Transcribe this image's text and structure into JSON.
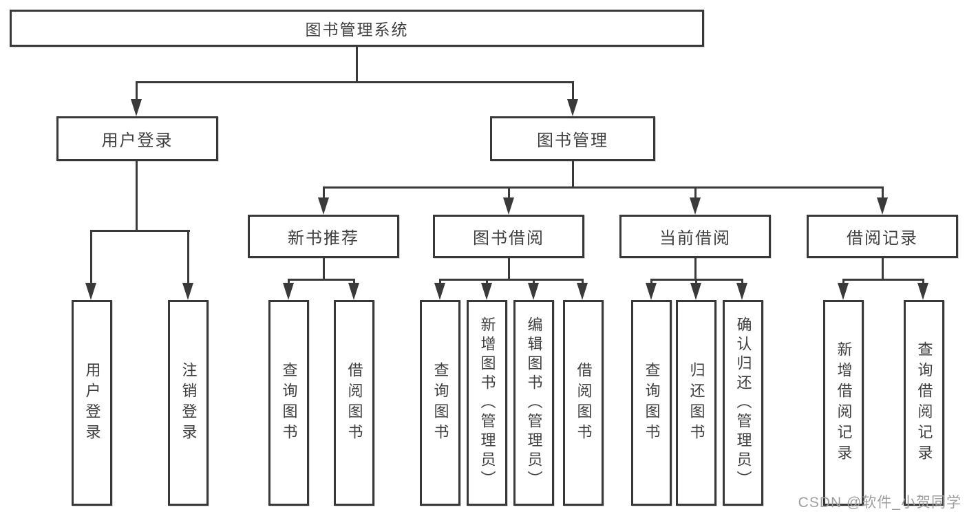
{
  "tree": {
    "root": {
      "label": "图书管理系统"
    },
    "branches": [
      {
        "label": "用户登录",
        "children": [
          {
            "label": "用户登录"
          },
          {
            "label": "注销登录"
          }
        ]
      },
      {
        "label": "图书管理",
        "children": [
          {
            "label": "新书推荐",
            "children": [
              {
                "label": "查询图书"
              },
              {
                "label": "借阅图书"
              }
            ]
          },
          {
            "label": "图书借阅",
            "children": [
              {
                "label": "查询图书"
              },
              {
                "label": "新增图书（管理员）"
              },
              {
                "label": "编辑图书（管理员）"
              },
              {
                "label": "借阅图书"
              }
            ]
          },
          {
            "label": "当前借阅",
            "children": [
              {
                "label": "查询图书"
              },
              {
                "label": "归还图书"
              },
              {
                "label": "确认归还（管理员）"
              }
            ]
          },
          {
            "label": "借阅记录",
            "children": [
              {
                "label": "新增借阅记录"
              },
              {
                "label": "查询借阅记录"
              }
            ]
          }
        ]
      }
    ]
  },
  "watermark": "CSDN @软件_小贺同学",
  "colors": {
    "line": "#3a3a3a",
    "border": "#383838",
    "text": "#3f3f3f",
    "watermark": "#9e9e9e",
    "background": "#ffffff"
  }
}
